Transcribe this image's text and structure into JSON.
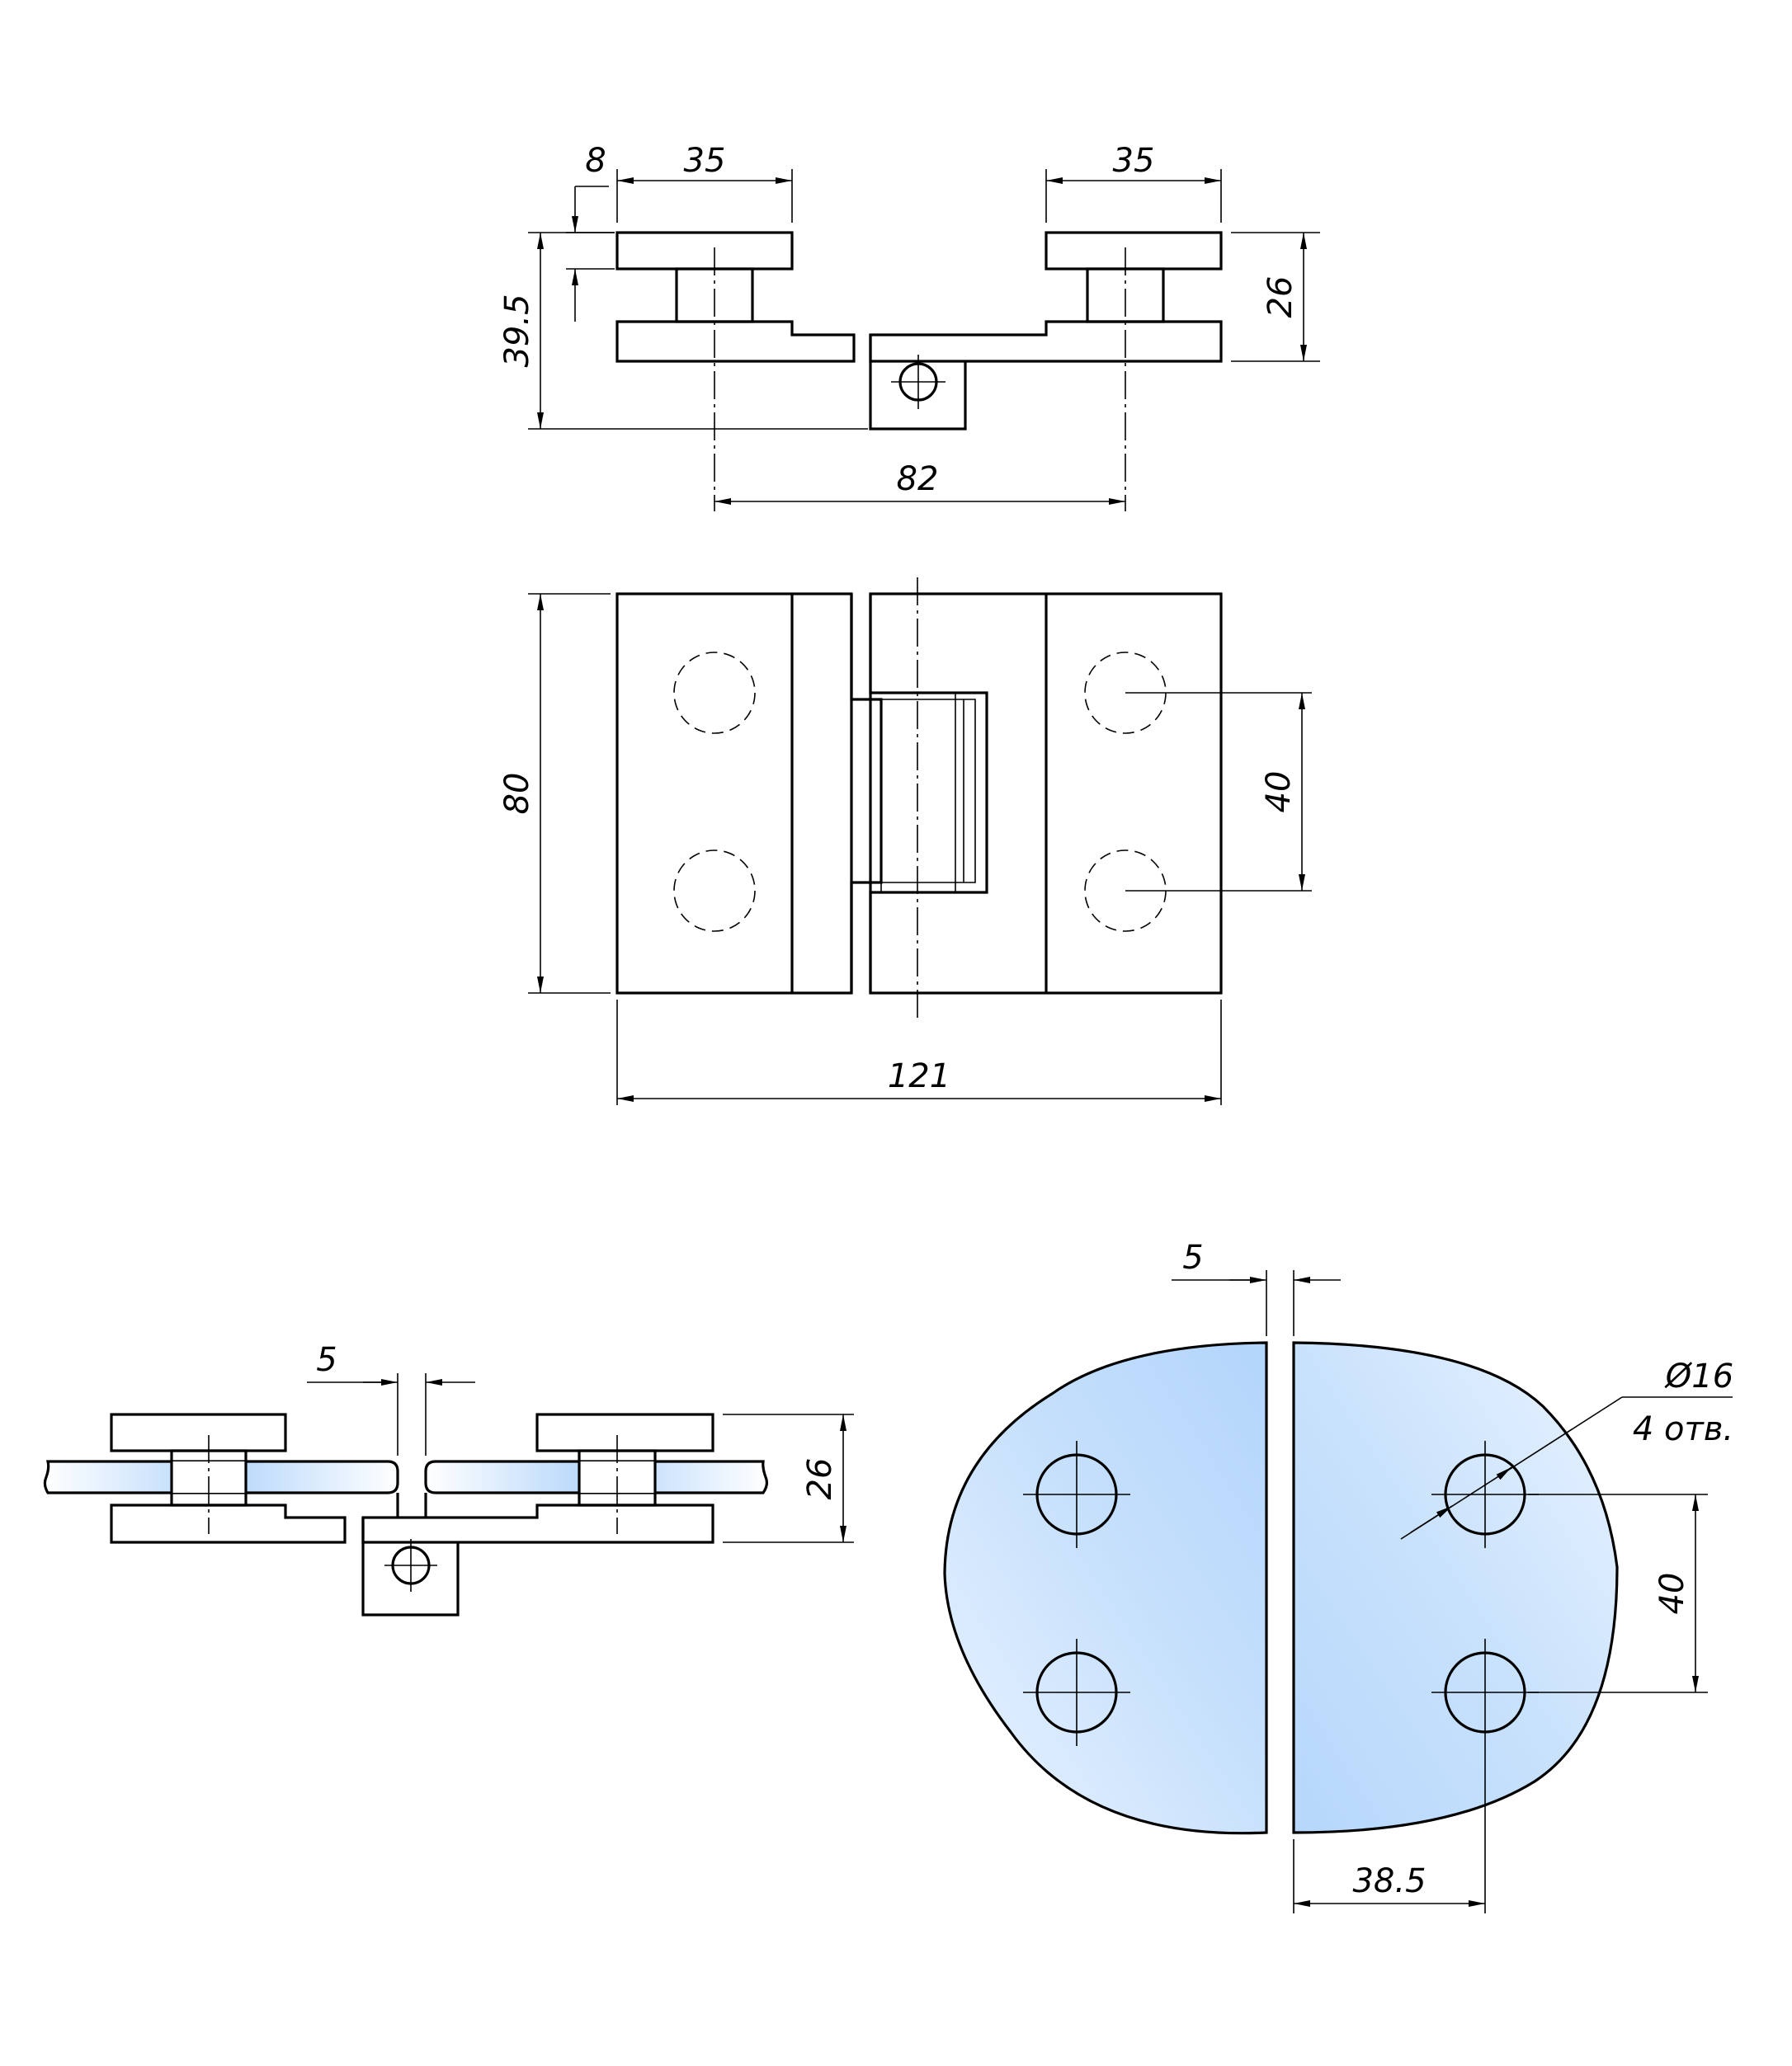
{
  "drawing": {
    "top_view": {
      "dim_plate_thickness": "8",
      "dim_left_width": "35",
      "dim_right_width": "35",
      "dim_height": "26",
      "dim_total_depth": "39.5",
      "dim_center_distance": "82"
    },
    "front_view": {
      "dim_height": "80",
      "dim_hole_spacing": "40",
      "dim_total_width": "121"
    },
    "installed_view": {
      "dim_gap": "5",
      "dim_height": "26"
    },
    "glass_view": {
      "dim_gap": "5",
      "dim_hole_diameter": "Ø16",
      "dim_hole_count": "4 отв.",
      "dim_hole_spacing": "40",
      "dim_hole_offset": "38.5"
    }
  },
  "colors": {
    "line": "#000000",
    "glass_light": "#eaf3ff",
    "glass_dark": "#b3d5fb"
  }
}
